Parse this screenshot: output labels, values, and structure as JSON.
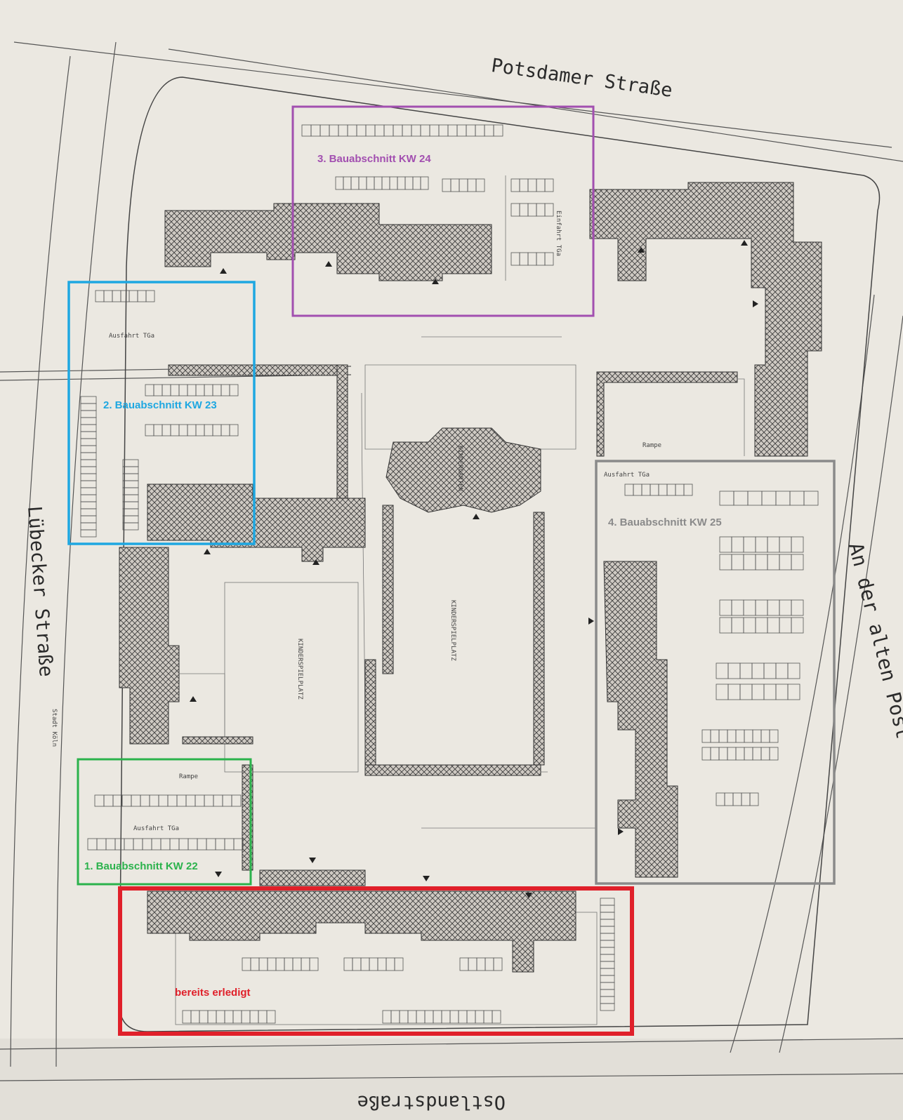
{
  "map": {
    "streets": {
      "north": "Potsdamer Straße",
      "west": "Lübecker Straße",
      "east": "An der alten Post",
      "south": "Ostlandstraße"
    },
    "phases": [
      {
        "label": "1. Bauabschnitt KW 22",
        "color": "#2bb24c"
      },
      {
        "label": "2. Bauabschnitt KW 23",
        "color": "#1ea7e1"
      },
      {
        "label": "3. Bauabschnitt KW 24",
        "color": "#a24fb0"
      },
      {
        "label": "4. Bauabschnitt KW 25",
        "color": "#8a8a8a"
      },
      {
        "label": "bereits erledigt",
        "color": "#e0202a"
      }
    ],
    "plan_labels": {
      "ausfahrt_tga": "Ausfahrt TGa",
      "einfahrt_tga": "Einfahrt TGa",
      "rampe": "Rampe",
      "kinderspielplatz": "KINDERSPIELPLATZ",
      "kindergarten": "KINDERGARTEN",
      "stadt_koeln": "Stadt Köln"
    }
  }
}
